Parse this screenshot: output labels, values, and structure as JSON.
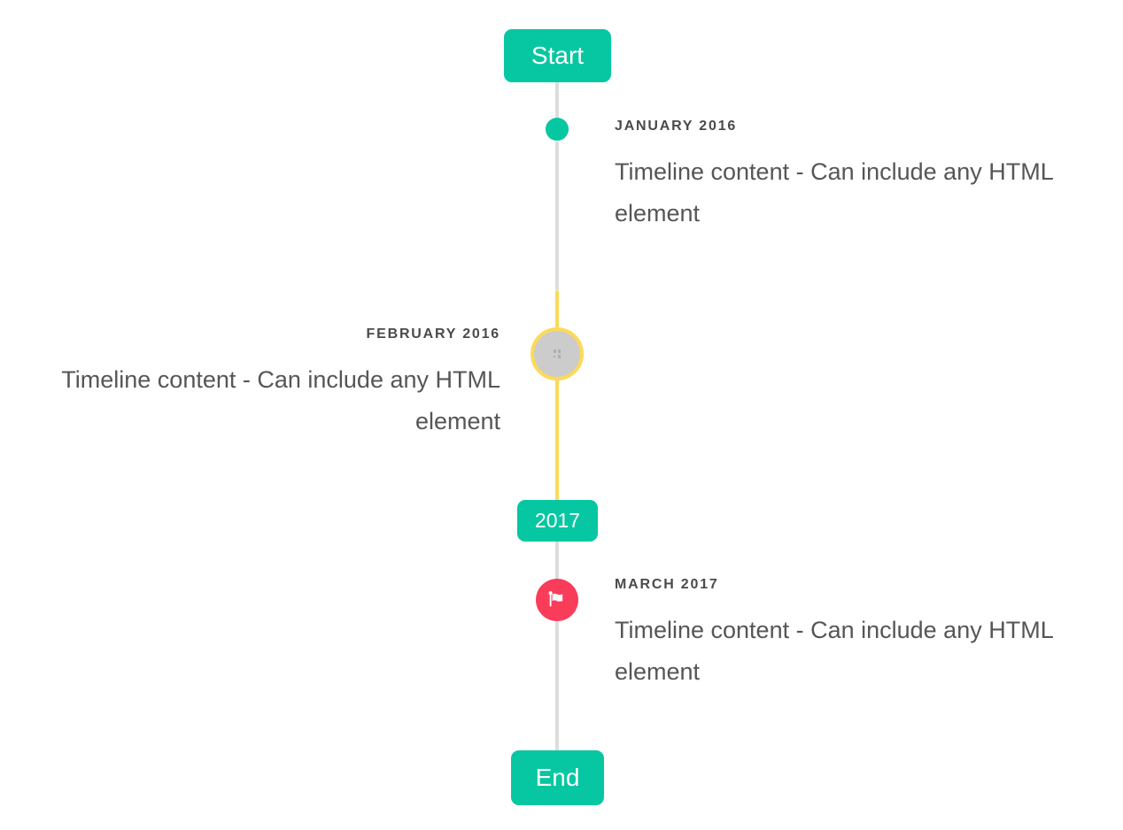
{
  "timeline": {
    "start_badge": "Start",
    "period_badge": "2017",
    "end_badge": "End",
    "entries": [
      {
        "date_label": "JANUARY 2016",
        "content": "Timeline content - Can include any HTML element",
        "side": "right",
        "marker": "teal-dot"
      },
      {
        "date_label": "FEBRUARY 2016",
        "content": "Timeline content - Can include any HTML element",
        "side": "left",
        "marker": "image-highlighted"
      },
      {
        "date_label": "MARCH 2017",
        "content": "Timeline content - Can include any HTML element",
        "side": "right",
        "marker": "red-flag"
      }
    ],
    "icons": {
      "flag": "flag-icon",
      "image_placeholder": "broken-image-placeholder"
    },
    "colors": {
      "accent_teal": "#06c7a1",
      "highlight_yellow": "#fdd95a",
      "line_gray": "#dcdcdc",
      "marker_red": "#fa3c5b",
      "marker_gray_fill": "#cccccc",
      "date_label_text": "#4a4a4a",
      "content_text": "#565656"
    }
  }
}
